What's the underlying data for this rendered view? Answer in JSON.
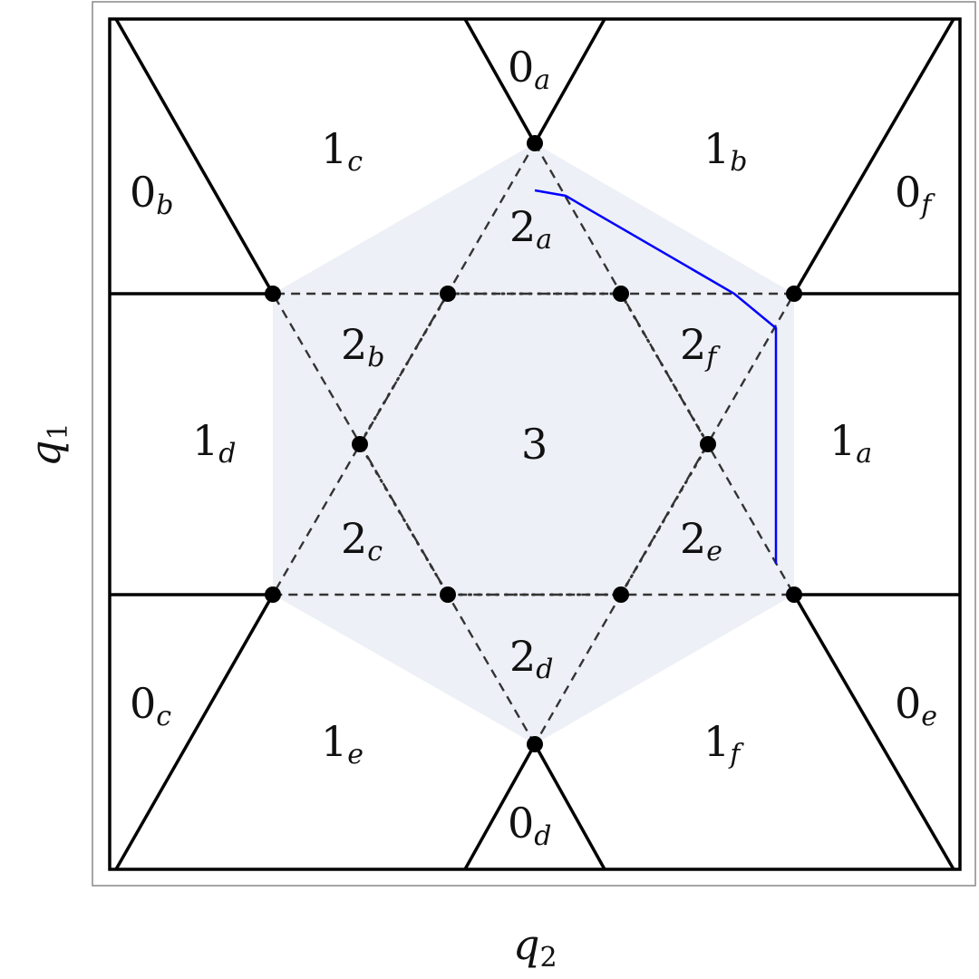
{
  "axes": {
    "x_label": {
      "main": "q",
      "sub": "2"
    },
    "y_label": {
      "main": "q",
      "sub": "1"
    }
  },
  "regions": [
    {
      "id": "0a",
      "main": "0",
      "sub": "a"
    },
    {
      "id": "0b",
      "main": "0",
      "sub": "b"
    },
    {
      "id": "0c",
      "main": "0",
      "sub": "c"
    },
    {
      "id": "0d",
      "main": "0",
      "sub": "d"
    },
    {
      "id": "0e",
      "main": "0",
      "sub": "e"
    },
    {
      "id": "0f",
      "main": "0",
      "sub": "f"
    },
    {
      "id": "1a",
      "main": "1",
      "sub": "a"
    },
    {
      "id": "1b",
      "main": "1",
      "sub": "b"
    },
    {
      "id": "1c",
      "main": "1",
      "sub": "c"
    },
    {
      "id": "1d",
      "main": "1",
      "sub": "d"
    },
    {
      "id": "1e",
      "main": "1",
      "sub": "e"
    },
    {
      "id": "1f",
      "main": "1",
      "sub": "f"
    },
    {
      "id": "2a",
      "main": "2",
      "sub": "a"
    },
    {
      "id": "2b",
      "main": "2",
      "sub": "b"
    },
    {
      "id": "2c",
      "main": "2",
      "sub": "c"
    },
    {
      "id": "2d",
      "main": "2",
      "sub": "d"
    },
    {
      "id": "2e",
      "main": "2",
      "sub": "e"
    },
    {
      "id": "2f",
      "main": "2",
      "sub": "f"
    },
    {
      "id": "3",
      "main": "3",
      "sub": ""
    }
  ],
  "colors": {
    "hexagon_fill": "#edf0f6",
    "trajectory": "#0000ff",
    "frame": "#888888",
    "lines": "#000000"
  }
}
